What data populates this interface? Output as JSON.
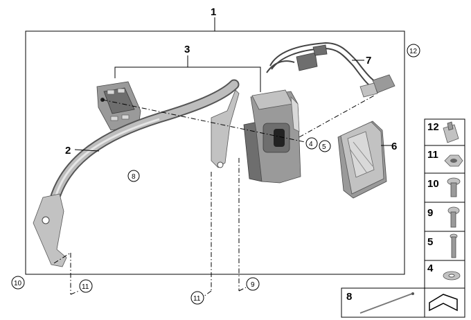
{
  "main_frame": {
    "label": "1"
  },
  "callouts": {
    "frame_2": "2",
    "frame_3": "3",
    "frame_4": "4",
    "frame_5": "5",
    "frame_6": "6",
    "frame_7": "7",
    "circled_8": "8",
    "circled_9": "9",
    "circled_10": "10",
    "circled_11_a": "11",
    "circled_11_b": "11",
    "circled_12": "12"
  },
  "legend": {
    "items": [
      {
        "label": "12",
        "icon": "clip-nut-icon"
      },
      {
        "label": "11",
        "icon": "hex-nut-icon"
      },
      {
        "label": "10",
        "icon": "torx-bolt-icon"
      },
      {
        "label": "9",
        "icon": "torx-screw-icon"
      },
      {
        "label": "5",
        "icon": "long-screw-icon"
      },
      {
        "label": "4",
        "icon": "washer-icon"
      }
    ],
    "bottom_item": {
      "label": "8",
      "icon": "cable-tie-icon"
    }
  }
}
